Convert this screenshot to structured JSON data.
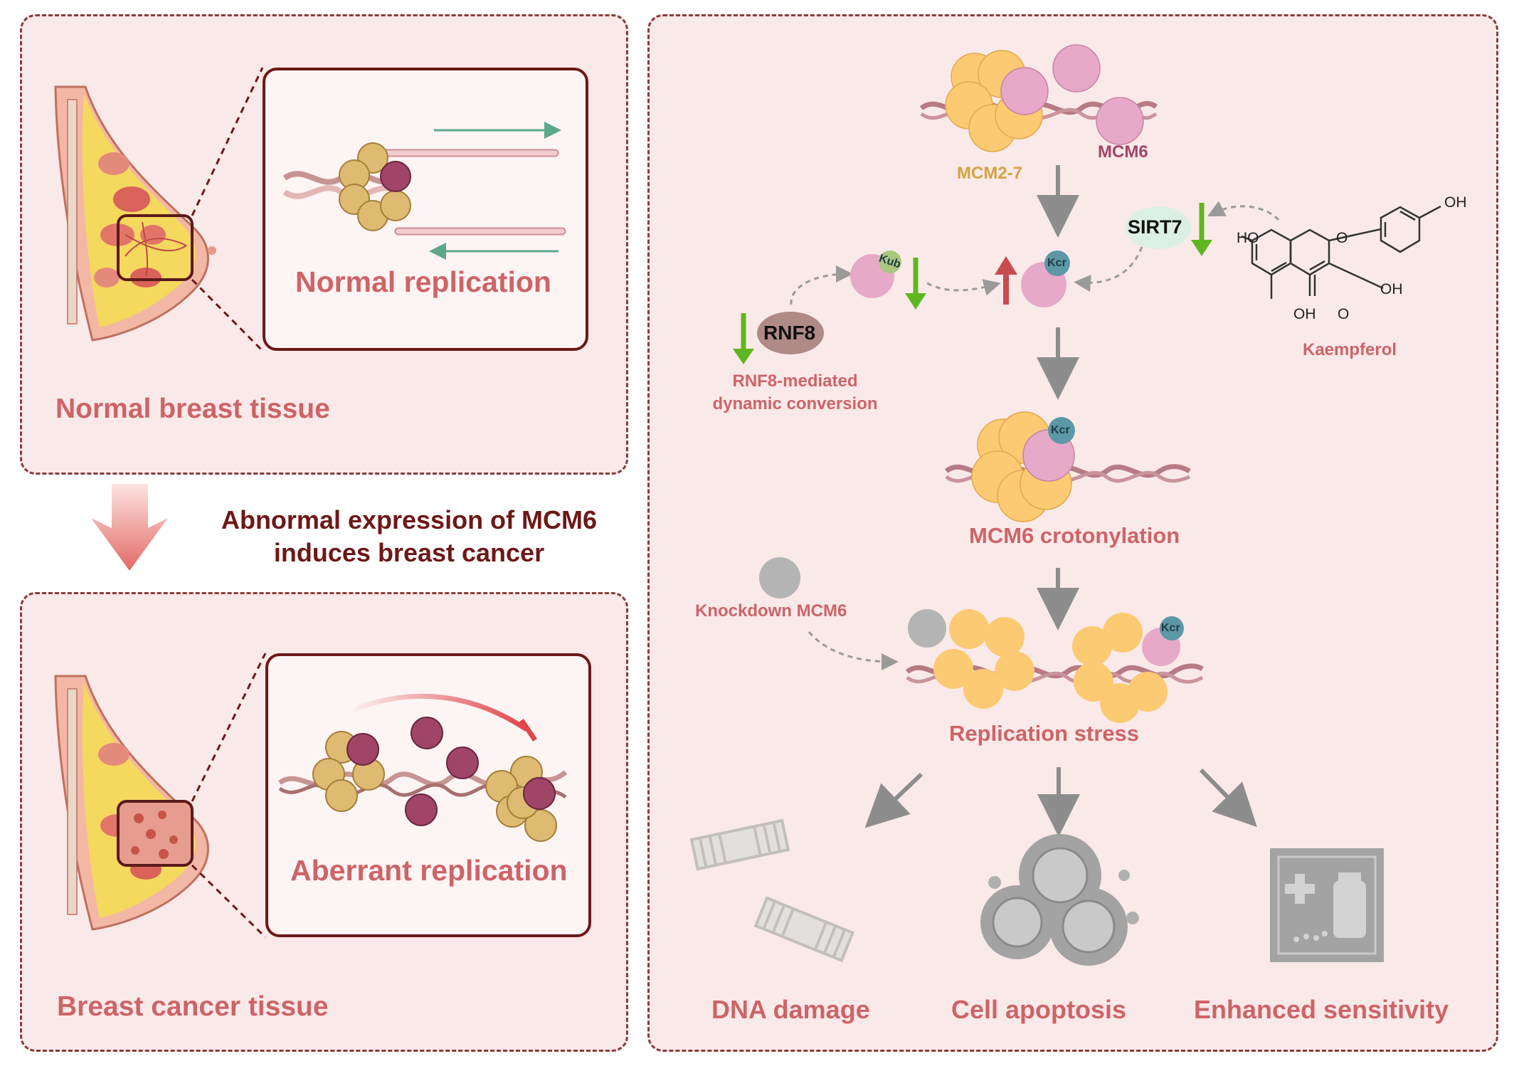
{
  "left_panels": {
    "normal_tissue_label": "Normal breast tissue",
    "normal_zoom_label": "Normal replication",
    "cancer_tissue_label": "Breast cancer tissue",
    "cancer_zoom_label": "Aberrant replication"
  },
  "middle_caption": [
    "Abnormal expression of MCM6",
    "induces breast cancer"
  ],
  "pathway": {
    "mcm27_label": "MCM2-7",
    "mcm6_label": "MCM6",
    "sirt7_label": "SIRT7",
    "rnf8_label": "RNF8",
    "rnf8_caption": [
      "RNF8-mediated",
      "dynamic conversion"
    ],
    "kub_label": "Kub",
    "kcr_label": "Kcr",
    "kaempferol_label": "Kaempferol",
    "crotonylation_label": "MCM6 crotonylation",
    "knockdown_label": "Knockdown MCM6",
    "replication_stress_label": "Replication stress"
  },
  "molecule_atoms": {
    "oh1": "OH",
    "ho": "HO",
    "o_ring": "O",
    "oh2": "OH",
    "oh3": "OH",
    "o_keto": "O"
  },
  "outcomes": [
    "DNA damage",
    "Cell apoptosis",
    "Enhanced sensitivity"
  ],
  "colors": {
    "panel_bg": "#fae9e9",
    "border": "#8a3c3c",
    "dark_red": "#6d1818",
    "pink_text": "#cd6467",
    "mcm27": "#f7c46c",
    "mcm6": "#e7a9c8",
    "mcm6_dark": "#a04567",
    "green_arrow": "#5fb71f",
    "red_arrow": "#c84c4f",
    "kcr": "#5c98a8",
    "kub": "#a9c77e",
    "sirt7_bg": "#dcefe5",
    "rnf8_bg": "#b08a86",
    "gray": "#8d8d8d"
  },
  "icons": [
    "breast-tissue-icon",
    "replication-fork-icon",
    "dna-damage-icon",
    "cell-apoptosis-icon",
    "drug-sensitivity-icon",
    "kaempferol-structure-icon"
  ]
}
